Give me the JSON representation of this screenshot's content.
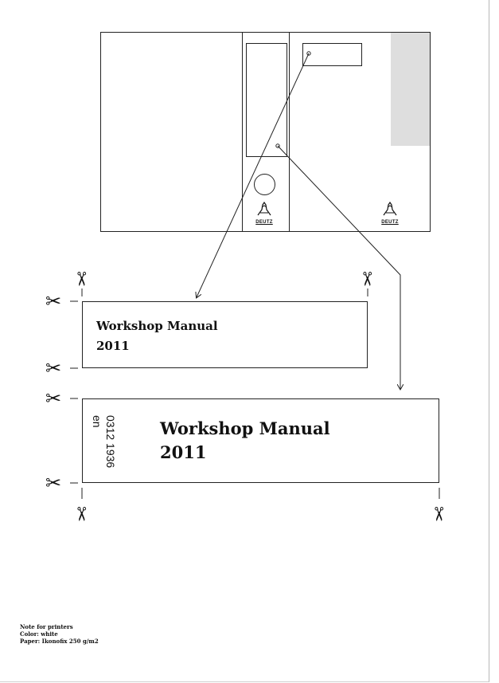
{
  "labels": {
    "small": {
      "line1": "Workshop Manual",
      "line2": "2011"
    },
    "large": {
      "line1": "Workshop Manual",
      "line2": "2011"
    },
    "part_number": "0312 1936",
    "language": "en"
  },
  "brand": {
    "spine_logo_text": "DEUTZ",
    "cover_logo_text": "DEUTZ"
  },
  "note": {
    "heading": "Note for printers",
    "color": "Color: white",
    "paper": "Paper: Ikonofix 250 g/m2"
  },
  "icons": {
    "scissors": "scissors-icon",
    "logo": "deutz-logo-icon"
  },
  "colors": {
    "ink": "#111111",
    "placeholder_gray": "#dedede"
  }
}
